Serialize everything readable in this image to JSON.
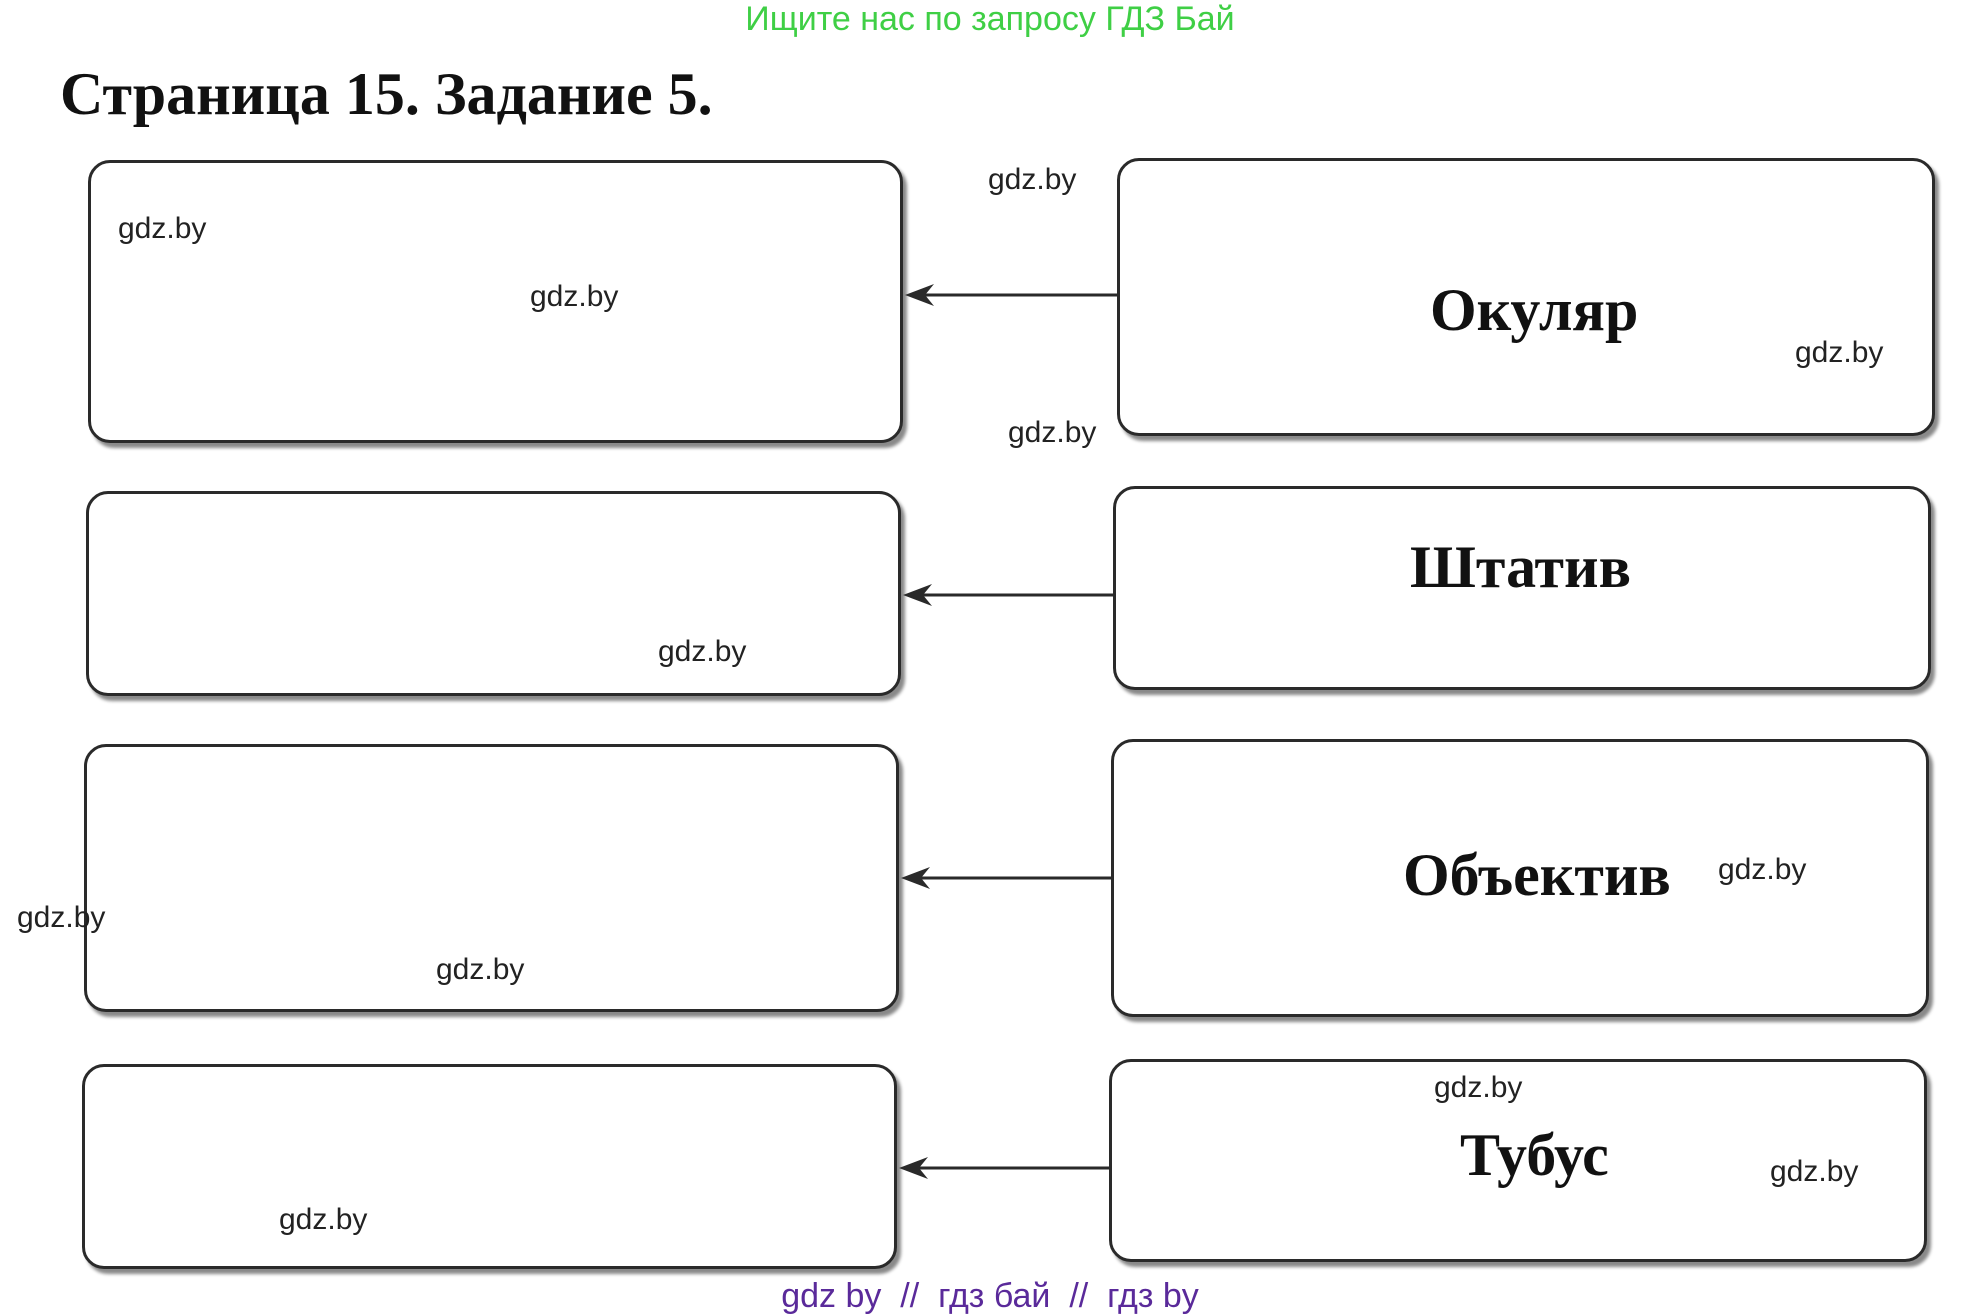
{
  "banner_top": "Ищите нас по запросу ГДЗ Бай",
  "title": "Страница 15. Задание 5.",
  "terms": [
    "Окуляр",
    "Штатив",
    "Объектив",
    "Тубус"
  ],
  "watermark": "gdz.by",
  "banner_bottom": "gdz by  //  гдз бай  //  гдз by",
  "colors": {
    "banner_top": "#3fcf45",
    "banner_bottom": "#5a2a9a",
    "border": "#2a2a2a"
  }
}
